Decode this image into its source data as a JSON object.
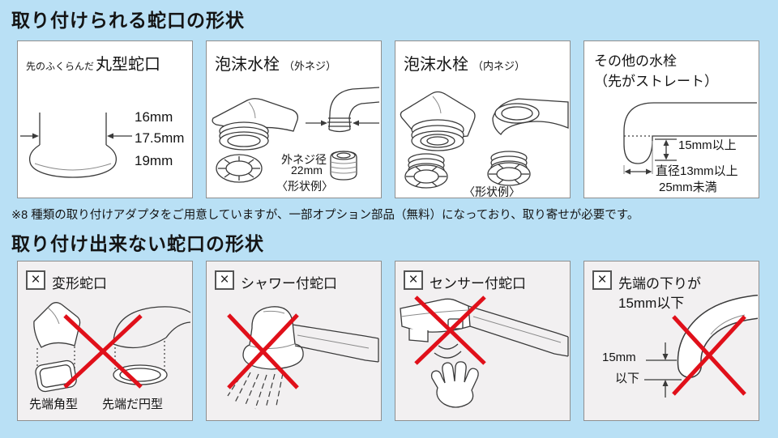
{
  "colors": {
    "background": "#b9e0f5",
    "panel_border": "#8f8f8f",
    "panel_bg_top": "#ffffff",
    "panel_bg_bottom": "#f2f0f1",
    "line_art": "#3a3a3a",
    "cross_red": "#e0101a"
  },
  "section1": {
    "title": "取り付けられる蛇口の形状",
    "round_panel": {
      "label_small": "先のふくらんだ",
      "label_big": "丸型蛇口",
      "dia1": "16mm",
      "dia2": "17.5mm",
      "dia3": "19mm"
    },
    "aerator_ext_panel": {
      "title": "泡沫水栓",
      "subtitle": "（外ネジ）",
      "thread_dia_line1": "外ネジ径",
      "thread_dia_line2": "22mm",
      "example_caption": "〈形状例〉"
    },
    "aerator_int_panel": {
      "title": "泡沫水栓",
      "subtitle": "（内ネジ）",
      "example_caption": "〈形状例〉"
    },
    "straight_panel": {
      "title_line1": "その他の水栓",
      "title_line2": "（先がストレート）",
      "height_label": "15mm以上",
      "dia_label_line1": "直径13mm以上",
      "dia_label_line2": "25mm未満"
    }
  },
  "adapter_note": "※8 種類の取り付けアダプタをご用意していますが、一部オプション部品（無料）になっており、取り寄せが必要です。",
  "section2": {
    "title": "取り付け出来ない蛇口の形状",
    "cross_mark": "×",
    "deformed_panel": {
      "title": "変形蛇口",
      "caption_left": "先端角型",
      "caption_right": "先端だ円型"
    },
    "shower_panel": {
      "title": "シャワー付蛇口"
    },
    "sensor_panel": {
      "title": "センサー付蛇口"
    },
    "low_tip_panel": {
      "title_line1": "先端の下りが",
      "title_line2": "15mm以下",
      "dim_label_line1": "15mm",
      "dim_label_line2": "以下"
    }
  }
}
